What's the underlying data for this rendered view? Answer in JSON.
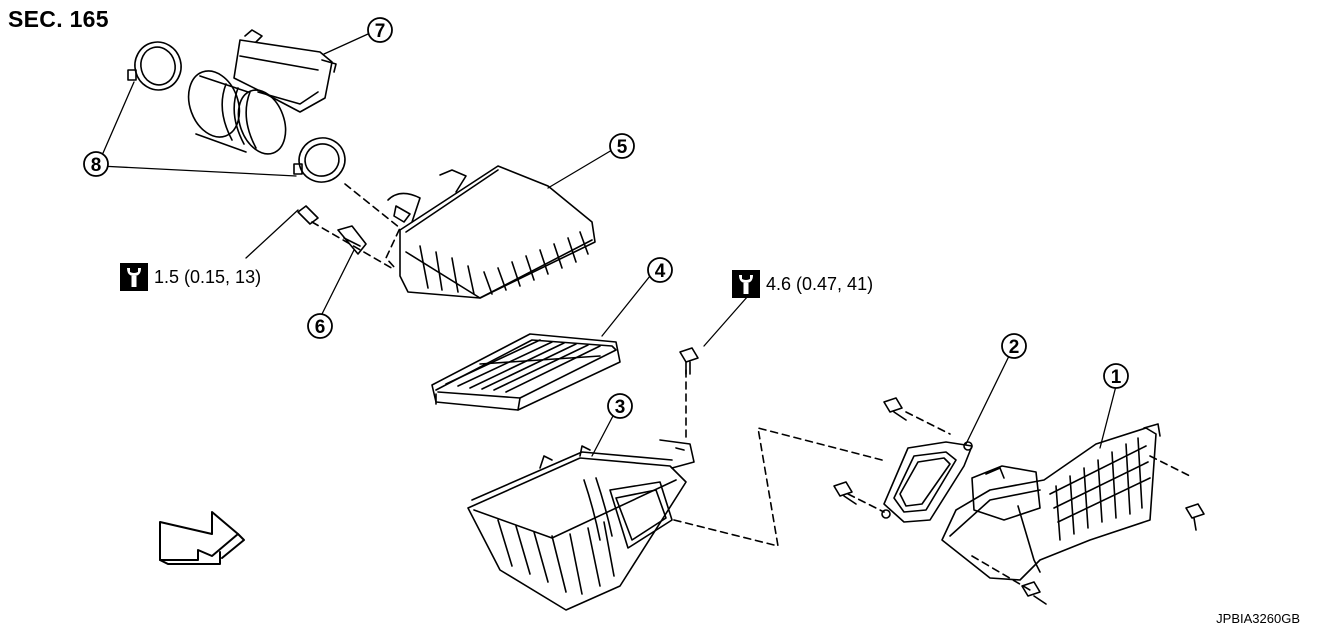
{
  "section_label": "SEC. 165",
  "drawing_code": "JPBIA3260GB",
  "torques": [
    {
      "id": "torque-1",
      "value": "1.5 (0.15, 13)",
      "icon": "torque-wrench-icon"
    },
    {
      "id": "torque-2",
      "value": "4.6 (0.47, 41)",
      "icon": "torque-wrench-icon"
    }
  ],
  "callouts": [
    "1",
    "2",
    "3",
    "4",
    "5",
    "6",
    "7",
    "8"
  ],
  "icons": {
    "front_arrow": "front-direction-arrow-icon"
  }
}
